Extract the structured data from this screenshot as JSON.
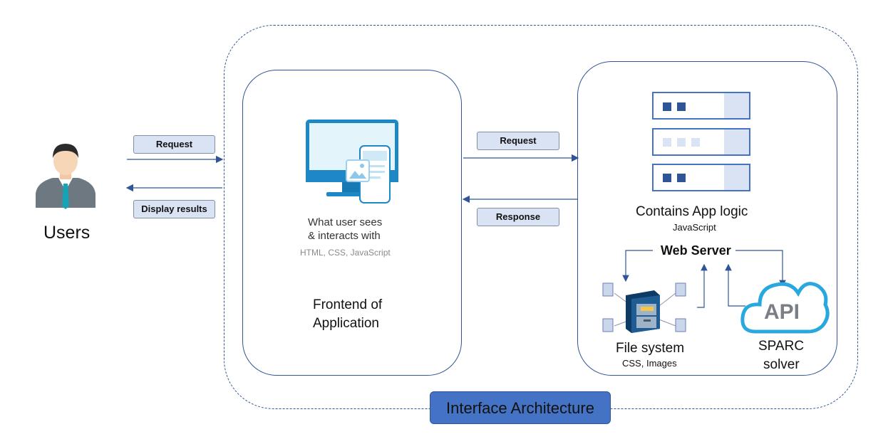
{
  "users": {
    "label": "Users"
  },
  "arrows": {
    "left_request": "Request",
    "left_display": "Display results",
    "mid_request": "Request",
    "mid_response": "Response"
  },
  "frontend": {
    "screen_line1": "What user sees",
    "screen_line2": "& interacts  with",
    "screen_line3": "HTML, CSS, JavaScript",
    "title_line1": "Frontend  of",
    "title_line2": "Application"
  },
  "backend": {
    "app_logic": "Contains App logic",
    "app_logic_sub": "JavaScript",
    "web_server": "Web Server",
    "file_system": "File system",
    "file_system_sub": "CSS, Images",
    "api_label": "API",
    "solver_line1": "SPARC",
    "solver_line2": "solver"
  },
  "footer": {
    "title": "Interface Architecture"
  },
  "colors": {
    "accent": "#4472c4",
    "border": "#2f5597",
    "pill": "#dae3f3",
    "cloud": "#29a8e0"
  }
}
